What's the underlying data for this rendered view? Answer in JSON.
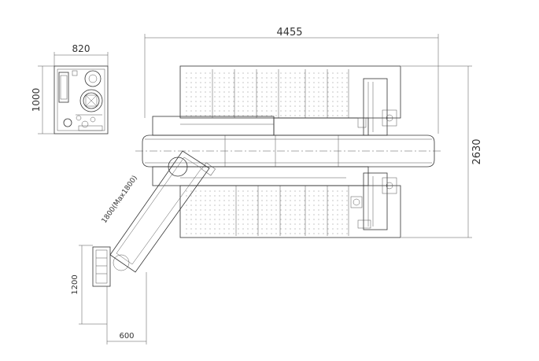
{
  "dimensions": {
    "overall_width": "4455",
    "overall_depth": "2630",
    "control_box_width": "820",
    "control_box_depth": "1000",
    "feeder_depth": "1200",
    "feeder_width": "600",
    "conveyor_length": "1800(Max1800)"
  },
  "colors": {
    "line": "#333333",
    "background": "#ffffff"
  }
}
